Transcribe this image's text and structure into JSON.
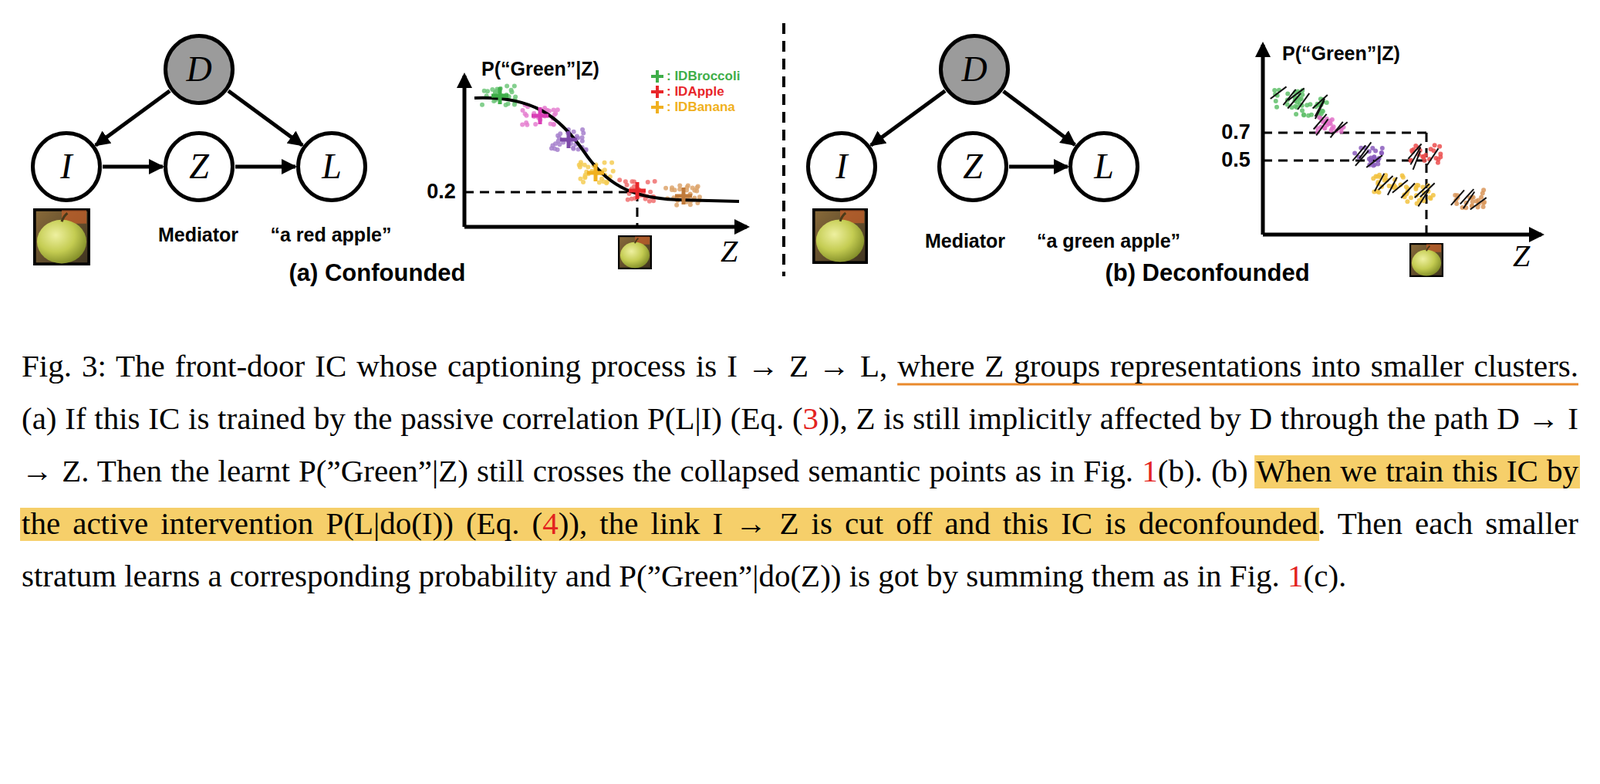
{
  "diagram": {
    "caption": "Fig. 3: The front-door IC whose captioning process is I → Z → L, where Z groups representations into smaller clusters. (a) If this IC is trained by the passive correlation P(L|I) (Eq. (3)), Z is still implicitly affected by D through the path D → I → Z. Then the learnt P(”Green”|Z) still crosses the collapsed semantic points as in Fig. 1(b). (b) When we train this IC by the active intervention P(L|do(I)) (Eq. (4)), the link I → Z is cut off and this IC is deconfounded. Then each smaller stratum learns a corresponding probability and P(”Green”|do(Z)) is got by summing them as in Fig. 1(c).",
    "nodes": [
      {
        "text": [
          "D"
        ]
      },
      {
        "text": [
          "I"
        ]
      },
      {
        "text": [
          "Z"
        ]
      },
      {
        "text": [
          "L"
        ]
      },
      {
        "text": [
          "D"
        ]
      },
      {
        "text": [
          "I"
        ]
      },
      {
        "text": [
          "Z"
        ]
      },
      {
        "text": [
          "L"
        ]
      }
    ],
    "edges": [
      {
        "from": 0,
        "to": 1,
        "arrow": "to"
      },
      {
        "from": 0,
        "to": 3,
        "arrow": "to"
      },
      {
        "from": 1,
        "to": 2,
        "arrow": "to"
      },
      {
        "from": 2,
        "to": 3,
        "arrow": "to"
      },
      {
        "from": 4,
        "to": 5,
        "arrow": "to"
      },
      {
        "from": 4,
        "to": 7,
        "arrow": "to"
      },
      {
        "from": 6,
        "to": 7,
        "arrow": "to"
      }
    ],
    "labels": [
      "Mediator",
      "“a red apple”",
      "P(“Green”|Z)",
      "0.2",
      "Z",
      "(a) Confounded",
      "Mediator",
      "“a green apple”",
      "P(“Green”|Z)",
      "0.7",
      "0.5",
      "Z",
      "(b) Deconfounded"
    ],
    "legend": [
      {
        "text": ": IDBroccoli",
        "color": "#3fae49"
      },
      {
        "text": ": IDApple",
        "color": "#e8262a"
      },
      {
        "text": ": IDBanana",
        "color": "#f0b020"
      }
    ]
  }
}
